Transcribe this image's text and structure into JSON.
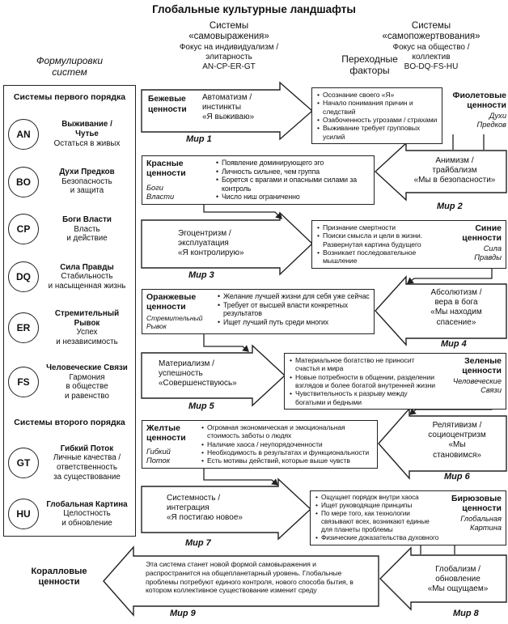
{
  "title": "Глобальные культурные ландшафты",
  "headers": {
    "left": "Формулировки\nсистем",
    "expression": {
      "title": "Системы\n«самовыражения»",
      "subtitle": "Фокус на индивидуализм /\nэлитарность\nAN-CP-ER-GT"
    },
    "transition": "Переходные\nфакторы",
    "sacrifice": {
      "title": "Системы\n«самопожертвования»",
      "subtitle": "Фокус на общество /\nколлектив\nBO-DQ-FS-HU"
    }
  },
  "sidebar": {
    "first_order_title": "Системы первого порядка",
    "second_order_title": "Системы второго порядка",
    "first_order": [
      {
        "code": "AN",
        "name": "Выживание /\nЧутье",
        "desc": "Остаться в живых"
      },
      {
        "code": "BO",
        "name": "Духи Предков",
        "desc": "Безопасность\nи защита"
      },
      {
        "code": "CP",
        "name": "Боги Власти",
        "desc": "Власть\nи действие"
      },
      {
        "code": "DQ",
        "name": "Сила Правды",
        "desc": "Стабильность\nи насыщенная жизнь"
      },
      {
        "code": "ER",
        "name": "Стремительный\nРывок",
        "desc": "Успех\nи независимость"
      },
      {
        "code": "FS",
        "name": "Человеческие Связи",
        "desc": "Гармония\nв обществе\nи равенство"
      }
    ],
    "second_order": [
      {
        "code": "GT",
        "name": "Гибкий Поток",
        "desc": "Личные качества /\nответственность\nза существование"
      },
      {
        "code": "HU",
        "name": "Глобальная Картина",
        "desc": "Целостность\nи обновление"
      }
    ]
  },
  "arrows": {
    "beige": {
      "label": "Бежевые\nценности",
      "text": "Автоматизм /\nинстинкты\n«Я выживаю»"
    },
    "animism": {
      "text": "Анимизм /\nтрайбализм\n«Мы в безопасности»"
    },
    "egocentrism": {
      "text": "Эгоцентризм /\nэксплуатация\n«Я контролирую»"
    },
    "absolutism": {
      "text": "Абсолютизм /\nвера в бога\n«Мы находим\nспасение»"
    },
    "materialism": {
      "text": "Материализм /\nуспешность\n«Совершенствуюсь»"
    },
    "relativism": {
      "text": "Релятивизм /\nсоциоцентризм\n«Мы\nстановимся»"
    },
    "systemic": {
      "text": "Системность /\nинтеграция\n«Я постигаю новое»"
    },
    "globalism": {
      "text": "Глобализм /\nобновление\n«Мы ощущаем»"
    },
    "final": {
      "text": "Эта система станет новой формой самовыражения и распространится на общепланетарный уровень. Глобальные проблемы потребуют единого контроля, нового способа бытия, в котором коллективное существование изменит среду"
    }
  },
  "boxes": {
    "violet": {
      "label": "Фиолетовые\nценности",
      "sub": "Духи\nПредков",
      "bullets": [
        "Осознание своего «Я»",
        "Начало понимания причин и следствий",
        "Озабоченность угрозами / страхами",
        "Выживание требует групповых усилий"
      ]
    },
    "red": {
      "label": "Красные\nценности",
      "sub": "Боги\nВласти",
      "bullets": [
        "Появление доминирующего эго",
        "Личность сильнее, чем группа",
        "Борется с врагами и опасными силами за контроль",
        "Число ниш ограниченно"
      ]
    },
    "blue": {
      "label": "Синие\nценности",
      "sub": "Сила\nПравды",
      "bullets": [
        "Признание смертности",
        "Поиски смысла и цели в жизни. Развернутая картина будущего",
        "Возникает последовательное мышление"
      ]
    },
    "orange": {
      "label": "Оранжевые\nценности",
      "sub": "Стремительный\nРывок",
      "bullets": [
        "Желание лучшей жизни для себя уже сейчас",
        "Требует от высшей власти конкретных результатов",
        "Ищет лучший путь среди многих"
      ]
    },
    "green": {
      "label": "Зеленые\nценности",
      "sub": "Человеческие\nСвязи",
      "bullets": [
        "Материальное богатство не приносит счастья и мира",
        "Новые потребности в общении, разделении взглядов и более богатой внутренней жизни",
        "Чувствительность к разрыву между богатыми и бедными"
      ]
    },
    "yellow": {
      "label": "Желтые\nценности",
      "sub": "Гибкий\nПоток",
      "bullets": [
        "Огромная экономическая и эмоциональная стоимость заботы о людях",
        "Наличие хаоса / неупорядоченности",
        "Необходимость в результатах и функциональности",
        "Есть мотивы действий, которые выше чувств"
      ]
    },
    "turquoise": {
      "label": "Бирюзовые\nценности",
      "sub": "Глобальная\nКартина",
      "bullets": [
        "Ощущает порядок внутри хаоса",
        "Ищет руководящие принципы",
        "По мере того, как технологии связывают всех, возникают единые для планеты проблемы",
        "Физические доказательства духовного"
      ]
    },
    "coral": {
      "label": "Коралловые\nценности"
    }
  },
  "worlds": [
    "Мир 1",
    "Мир 2",
    "Мир 3",
    "Мир 4",
    "Мир 5",
    "Мир 6",
    "Мир 7",
    "Мир 8",
    "Мир 9"
  ]
}
